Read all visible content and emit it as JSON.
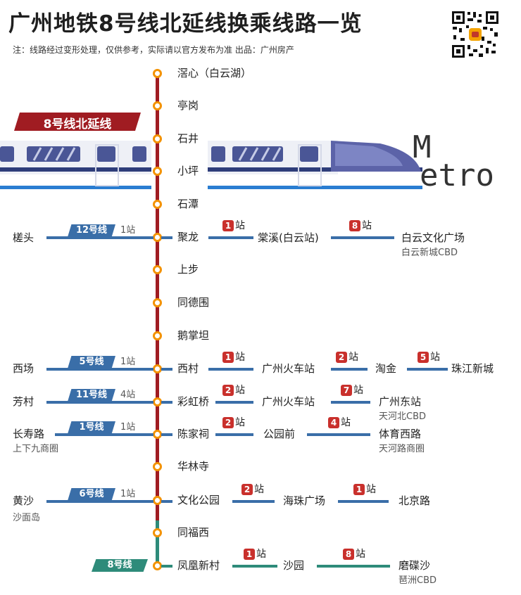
{
  "title": "广州地铁8号线北延线换乘线路一览",
  "note": "注：线路经过变形处理，仅供参考，实际请以官方发布为准    出品：广州房产",
  "banner": "8号线北延线",
  "logo": {
    "m": "M",
    "rest": "etro"
  },
  "colors": {
    "north_ext": "#a01c22",
    "line8": "#2e8b7a",
    "transfer_line": "#3a6ea8",
    "badge": "#c9302c",
    "dot": "#f39200"
  },
  "stations": [
    "滘心（白云湖）",
    "亭岗",
    "石井",
    "小坪",
    "石潭",
    "聚龙",
    "上步",
    "同德围",
    "鹅掌坦",
    "西村",
    "彩虹桥",
    "陈家祠",
    "华林寺",
    "文化公园",
    "同福西",
    "凤凰新村"
  ],
  "transfers": [
    {
      "line": "12号线",
      "count": "1站",
      "west": "槎头",
      "west_sub": "",
      "hops": [
        {
          "n": "1",
          "zhan": "站",
          "to": "棠溪(白云站)",
          "to_sub": ""
        },
        {
          "n": "8",
          "zhan": "站",
          "to": "白云文化广场",
          "to_sub": "白云新城CBD"
        }
      ]
    },
    {
      "line": "5号线",
      "count": "1站",
      "west": "西场",
      "west_sub": "",
      "hops": [
        {
          "n": "1",
          "zhan": "站",
          "to": "广州火车站",
          "to_sub": ""
        },
        {
          "n": "2",
          "zhan": "站",
          "to": "淘金",
          "to_sub": ""
        },
        {
          "n": "5",
          "zhan": "站",
          "to": "珠江新城",
          "to_sub": ""
        }
      ]
    },
    {
      "line": "11号线",
      "count": "4站",
      "west": "芳村",
      "west_sub": "",
      "hops": [
        {
          "n": "2",
          "zhan": "站",
          "to": "广州火车站",
          "to_sub": ""
        },
        {
          "n": "7",
          "zhan": "站",
          "to": "广州东站",
          "to_sub": "天河北CBD"
        }
      ]
    },
    {
      "line": "1号线",
      "count": "1站",
      "west": "长寿路",
      "west_sub": "上下九商圈",
      "hops": [
        {
          "n": "2",
          "zhan": "站",
          "to": "公园前",
          "to_sub": ""
        },
        {
          "n": "4",
          "zhan": "站",
          "to": "体育西路",
          "to_sub": "天河路商圈"
        }
      ]
    },
    {
      "line": "6号线",
      "count": "1站",
      "west": "黄沙",
      "west_sub": "沙面岛",
      "hops": [
        {
          "n": "2",
          "zhan": "站",
          "to": "海珠广场",
          "to_sub": ""
        },
        {
          "n": "1",
          "zhan": "站",
          "to": "北京路",
          "to_sub": ""
        }
      ]
    },
    {
      "line": "8号线",
      "count": "",
      "west": "",
      "west_sub": "",
      "hops": [
        {
          "n": "1",
          "zhan": "站",
          "to": "沙园",
          "to_sub": ""
        },
        {
          "n": "8",
          "zhan": "站",
          "to": "磨碟沙",
          "to_sub": "琶洲CBD"
        }
      ]
    }
  ]
}
